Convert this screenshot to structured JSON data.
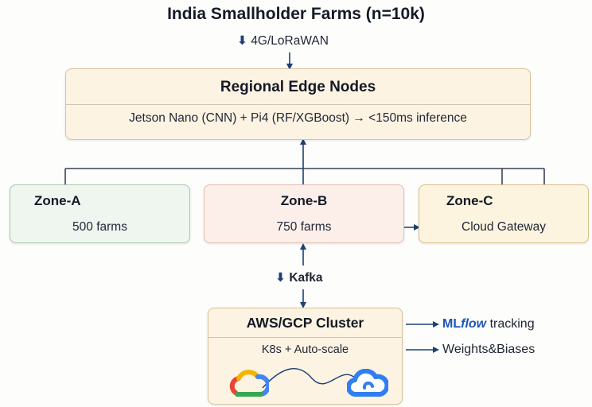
{
  "title": "India Smallholder Farms (n=10k)",
  "link_top": {
    "arrow": "⬇",
    "label": "4G/LoRaWAN"
  },
  "edge": {
    "title": "Regional Edge Nodes",
    "detail": "Jetson Nano (CNN) + Pi4 (RF/XGBoost) → <150ms inference"
  },
  "zones": [
    {
      "name": "Zone-A",
      "detail": "500 farms"
    },
    {
      "name": "Zone-B",
      "detail": "750 farms"
    },
    {
      "name": "Zone-C",
      "detail": "Cloud Gateway"
    }
  ],
  "link_mid": {
    "arrow": "⬇",
    "label": "Kafka"
  },
  "cluster": {
    "title": "AWS/GCP Cluster",
    "detail": "K8s + Auto-scale"
  },
  "outputs": {
    "mlflow_prefix": "ML",
    "mlflow_suffix": "flow",
    "mlflow_label": "tracking",
    "wandb_label": "Weights&Biases"
  },
  "icons": [
    "gcp-cloud-icon",
    "cloud-icon"
  ],
  "colors": {
    "arrow": "#1d3f74",
    "edge_fill": "#fdf3e2",
    "zone_a_fill": "#eef6ef",
    "zone_b_fill": "#fcefe9",
    "zone_c_fill": "#fdf4df",
    "cluster_fill": "#fdf3e2",
    "mlflow_blue": "#1d55b8"
  }
}
